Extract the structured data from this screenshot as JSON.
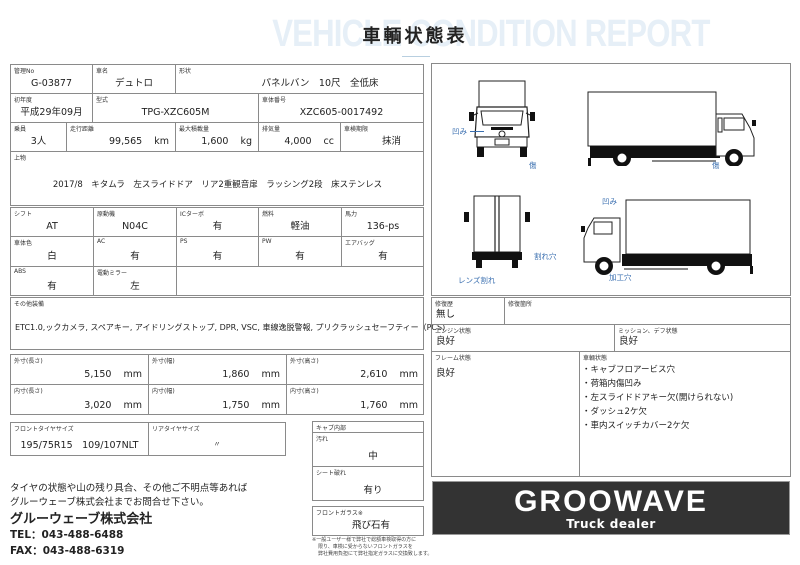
{
  "header": {
    "bg_title": "VEHICLE CONDITION REPORT",
    "title": "車輌状態表"
  },
  "vehicle": {
    "management_no": {
      "label": "管理No",
      "value": "G-03877"
    },
    "name": {
      "label": "車名",
      "value": "デュトロ"
    },
    "shape": {
      "label": "形状",
      "value": "パネルバン　10尺　全低床"
    },
    "first_year": {
      "label": "初年度",
      "value": "平成29年09月"
    },
    "model": {
      "label": "型式",
      "value": "TPG-XZC605M"
    },
    "chassis_no": {
      "label": "車体番号",
      "value": "XZC605-0017492"
    },
    "capacity": {
      "label": "乗員",
      "value": "3人"
    },
    "mileage": {
      "label": "走行距離",
      "value": "99,565",
      "unit": "km"
    },
    "max_load": {
      "label": "最大積載量",
      "value": "1,600",
      "unit": "kg"
    },
    "displacement": {
      "label": "排気量",
      "value": "4,000",
      "unit": "cc"
    },
    "inspection": {
      "label": "車検期限",
      "value": "抹消"
    },
    "body": {
      "label": "上物",
      "value": "2017/8　キタムラ　左スライドドア　リア2重観音扉　ラッシング2段　床ステンレス"
    }
  },
  "specs": {
    "shift": {
      "label": "シフト",
      "value": "AT"
    },
    "engine": {
      "label": "原動機",
      "value": "N04C"
    },
    "ic_turbo": {
      "label": "ICターボ",
      "value": "有"
    },
    "fuel": {
      "label": "燃料",
      "value": "軽油"
    },
    "horsepower": {
      "label": "馬力",
      "value": "136-ps"
    },
    "color": {
      "label": "車体色",
      "value": "白"
    },
    "ac": {
      "label": "AC",
      "value": "有"
    },
    "ps": {
      "label": "PS",
      "value": "有"
    },
    "pw": {
      "label": "PW",
      "value": "有"
    },
    "airbag": {
      "label": "エアバッグ",
      "value": "有"
    },
    "abs": {
      "label": "ABS",
      "value": "有"
    },
    "electric_mirror": {
      "label": "電動ミラー",
      "value": "左"
    }
  },
  "equipment": {
    "label": "その他装備",
    "value": "ETC1.0,ックカメラ, スペアキー, アイドリングストップ, DPR, VSC, 車線逸脱警報, プリクラッシュセーフティー（PCS)"
  },
  "dimensions": {
    "outer_length": {
      "label": "外寸(長さ)",
      "value": "5,150",
      "unit": "mm"
    },
    "outer_width": {
      "label": "外寸(幅)",
      "value": "1,860",
      "unit": "mm"
    },
    "outer_height": {
      "label": "外寸(高さ)",
      "value": "2,610",
      "unit": "mm"
    },
    "inner_length": {
      "label": "内寸(長さ)",
      "value": "3,020",
      "unit": "mm"
    },
    "inner_width": {
      "label": "内寸(幅)",
      "value": "1,750",
      "unit": "mm"
    },
    "inner_height": {
      "label": "内寸(高さ)",
      "value": "1,760",
      "unit": "mm"
    }
  },
  "tires": {
    "front": {
      "label": "フロントタイヤサイズ",
      "value": "195/75R15　109/107NLT"
    },
    "rear": {
      "label": "リアタイヤサイズ",
      "value": "〃"
    }
  },
  "cab_interior": {
    "label": "キャブ内部",
    "dirt": {
      "label": "汚れ",
      "value": "中"
    },
    "seat_tear": {
      "label": "シート破れ",
      "value": "有り"
    }
  },
  "windshield": {
    "label": "フロントガラス※",
    "value": "飛び石有",
    "note_lines": [
      "※一般ユーザー様で弊社で総額車検取得の方に",
      "限り、車検に受からないフロントガラスを",
      "弊社費用負担にて弊社指定ガラスに交換致します。"
    ]
  },
  "contact": {
    "notice_line1": "タイヤの状態や山の残り具合、その他ご不明点等あれば",
    "notice_line2": "グルーウェーブ株式会社までお問合せ下さい。",
    "company": "グルーウェーブ株式会社",
    "tel": "TEL：043-488-6488",
    "fax": "FAX：043-488-6319"
  },
  "diagram": {
    "damage_labels": {
      "front_dent": "凹み",
      "front_scratch": "傷",
      "side_right_scratch": "傷",
      "rear_lens": "レンズ割れ",
      "rear_crack": "割れ穴",
      "side_left_dent": "凹み",
      "side_left_hole": "加工穴"
    },
    "colors": {
      "damage": "#3a6fb0",
      "truck_dark": "#111111"
    }
  },
  "condition": {
    "repair_history": {
      "label": "修復歴",
      "value": "無し"
    },
    "repair_location": {
      "label": "修復箇所",
      "value": ""
    },
    "engine": {
      "label": "エンジン状態",
      "value": "良好"
    },
    "mission": {
      "label": "ミッション、デフ状態",
      "value": "良好"
    },
    "frame": {
      "label": "フレーム状態",
      "value": "良好"
    },
    "vehicle_state": {
      "label": "車輌状態",
      "items": [
        "・キャブフロアービス穴",
        "・荷箱内傷凹み",
        "・左スライドドアキー欠(開けられない)",
        "・ダッシュ2ケ欠",
        "・車内スイッチカバー2ケ欠"
      ]
    }
  },
  "logo": {
    "main": "GROOWAVE",
    "sub": "Truck dealer"
  }
}
